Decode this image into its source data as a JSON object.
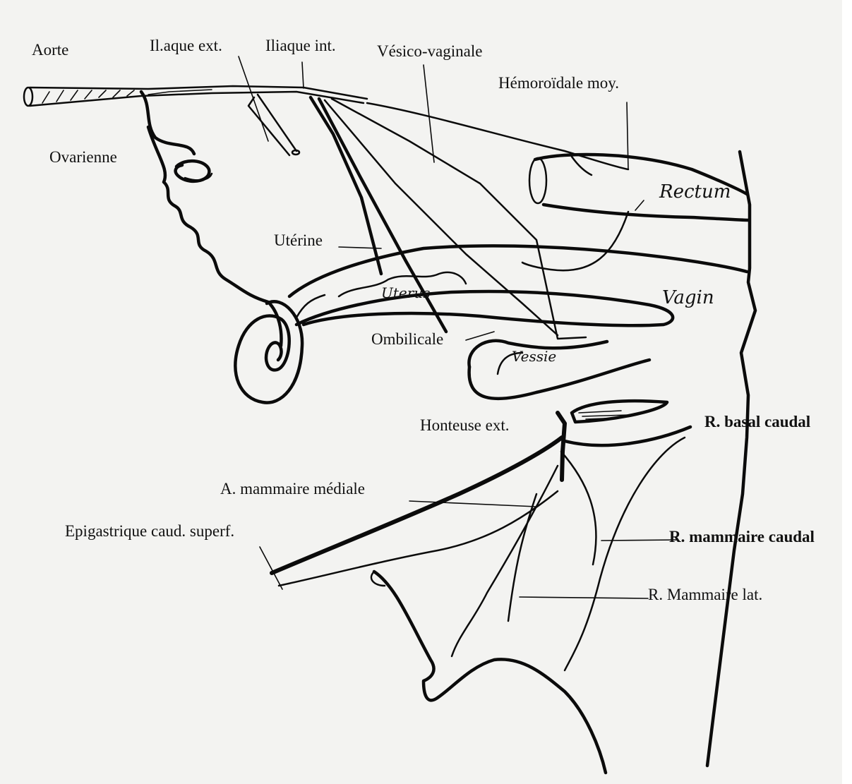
{
  "labels": {
    "aorte": "Aorte",
    "iliaque_ext": "Il.aque ext.",
    "iliaque_int": "Iliaque int.",
    "vesico_vaginale": "Vésico-vaginale",
    "hemoroidale_moy": "Hémoroïdale moy.",
    "ovarienne": "Ovarienne",
    "uterine": "Utérine",
    "ombilicale": "Ombilicale",
    "honteuse_ext": "Honteuse ext.",
    "r_basal_caudal": "R. basal caudal",
    "a_mammaire_mediale": "A. mammaire médiale",
    "epigastrique": "Epigastrique caud. superf.",
    "r_mammaire_caudal": "R. mammaire caudal",
    "r_mammaire_lat": "R. Mammaire lat."
  },
  "handwritten": {
    "rectum": "Rectum",
    "vagin": "Vagin",
    "uterus": "Uterus",
    "vessie": "Vessie"
  }
}
